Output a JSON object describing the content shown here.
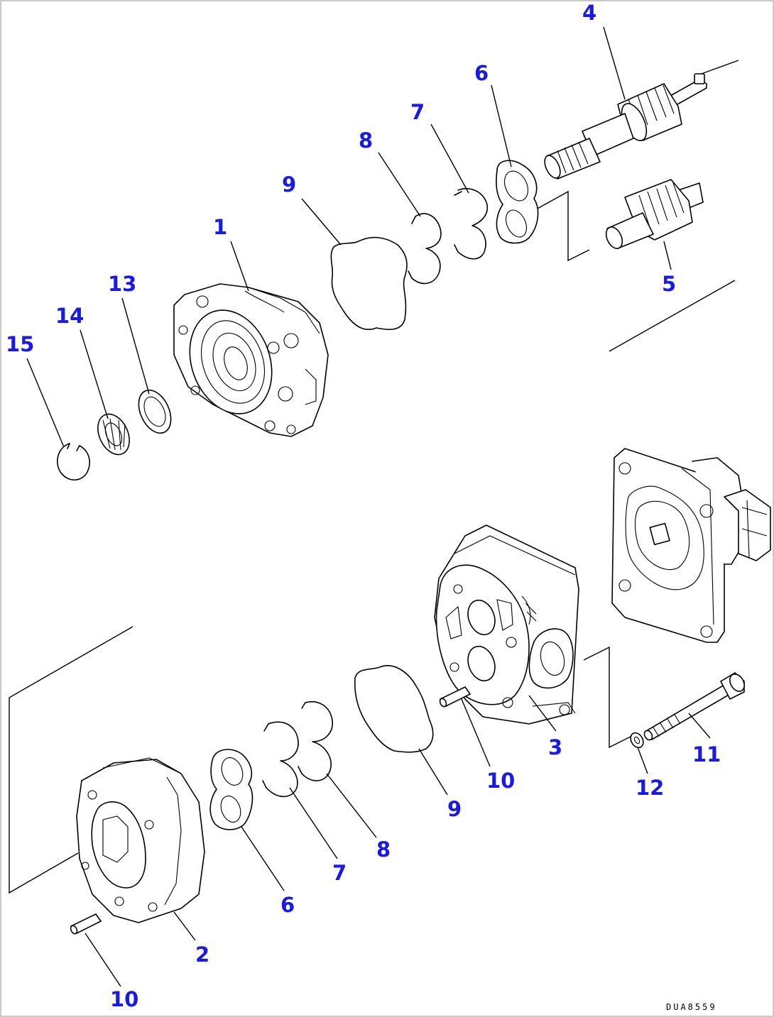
{
  "diagram": {
    "drawing_code": "DUA8559",
    "callouts": {
      "c1": "1",
      "c2": "2",
      "c3": "3",
      "c4": "4",
      "c5": "5",
      "c6a": "6",
      "c6b": "6",
      "c7a": "7",
      "c7b": "7",
      "c8a": "8",
      "c8b": "8",
      "c9a": "9",
      "c9b": "9",
      "c10a": "10",
      "c10b": "10",
      "c11": "11",
      "c12": "12",
      "c13": "13",
      "c14": "14",
      "c15": "15"
    },
    "colors": {
      "callout": "#1a1ae6",
      "line": "#000000",
      "frame": "#b9b9b9"
    }
  }
}
